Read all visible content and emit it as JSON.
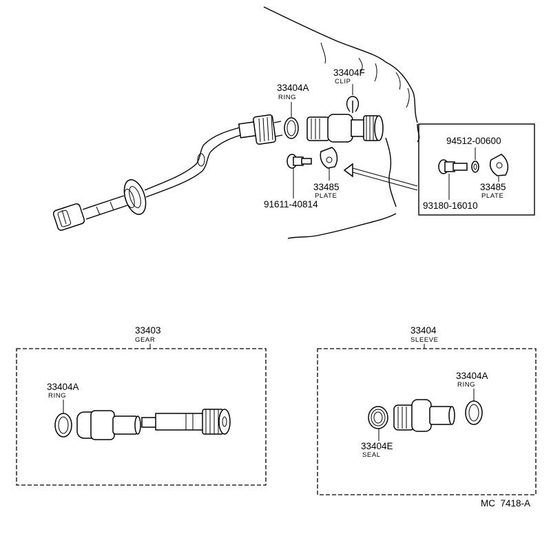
{
  "parts": {
    "gear": {
      "number": "33403",
      "name": "GEAR"
    },
    "sleeve": {
      "number": "33404",
      "name": "SLEEVE"
    },
    "ring_main": {
      "number": "33404A",
      "name": "RING"
    },
    "clip": {
      "number": "33404F",
      "name": "CLIP"
    },
    "plate_main": {
      "number": "33485",
      "name": "PLATE"
    },
    "bolt_main": {
      "number": "91611-40814"
    },
    "washer_alt": {
      "number": "94512-00600"
    },
    "bolt_alt": {
      "number": "93180-16010"
    },
    "plate_alt": {
      "number": "33485",
      "name": "PLATE"
    },
    "ring_gear": {
      "number": "33404A",
      "name": "RING"
    },
    "ring_sleeve": {
      "number": "33404A",
      "name": "RING"
    },
    "seal": {
      "number": "33404E",
      "name": "SEAL"
    }
  },
  "diagram_code": "MC  7418-A"
}
